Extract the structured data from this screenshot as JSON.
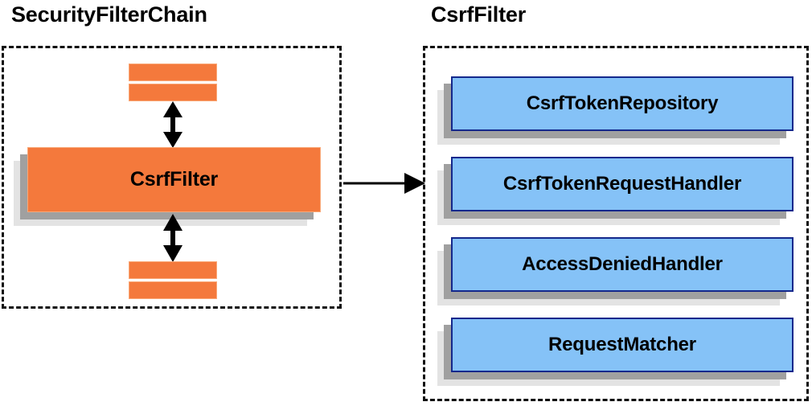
{
  "diagram": {
    "type": "component-collaboration-diagram",
    "background_color": "#ffffff",
    "palette": {
      "orange_fill": "#f4793c",
      "orange_border": "#f9a877",
      "blue_fill": "#85c2f7",
      "blue_border": "#14288c",
      "shadow_near": "#a0a0a0",
      "shadow_far": "#e3e3e3",
      "line_color": "#000000",
      "text_color": "#000000"
    }
  },
  "panels": {
    "left": {
      "title": "SecurityFilterChain",
      "border_style": "dashed",
      "nodes": {
        "main": {
          "label": "CsrfFilter",
          "kind": "orange"
        },
        "stubs_above": 2,
        "stubs_below": 2
      }
    },
    "right": {
      "title": "CsrfFilter",
      "border_style": "dashed",
      "nodes": [
        {
          "label": "CsrfTokenRepository",
          "kind": "blue"
        },
        {
          "label": "CsrfTokenRequestHandler",
          "kind": "blue"
        },
        {
          "label": "AccessDeniedHandler",
          "kind": "blue"
        },
        {
          "label": "RequestMatcher",
          "kind": "blue"
        }
      ]
    }
  },
  "connectors": [
    {
      "name": "filter-chain-up",
      "style": "double-headed-vertical"
    },
    {
      "name": "filter-chain-down",
      "style": "double-headed-vertical"
    },
    {
      "name": "expand-csrf-filter",
      "style": "single-headed-horizontal"
    }
  ]
}
